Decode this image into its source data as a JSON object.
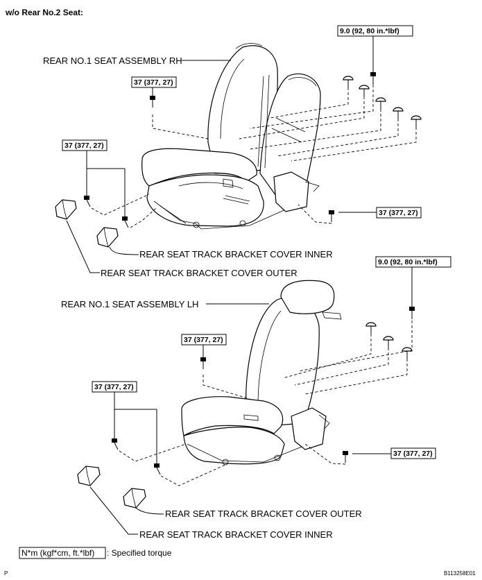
{
  "header": "w/o Rear No.2 Seat:",
  "rh": {
    "assembly_label": "REAR NO.1 SEAT ASSEMBLY RH",
    "torque_top": "9.0 (92, 80 in.*lbf)",
    "torque_upper_left": "37 (377, 27)",
    "torque_left": "37 (377, 27)",
    "torque_right": "37 (377, 27)",
    "cover_inner": "REAR SEAT TRACK BRACKET COVER INNER",
    "cover_outer": "REAR SEAT TRACK BRACKET COVER OUTER"
  },
  "lh": {
    "assembly_label": "REAR NO.1 SEAT ASSEMBLY LH",
    "torque_top": "9.0 (92, 80 in.*lbf)",
    "torque_upper_left": "37 (377, 27)",
    "torque_left": "37 (377, 27)",
    "torque_right": "37 (377, 27)",
    "cover_outer": "REAR SEAT TRACK BRACKET COVER OUTER",
    "cover_inner": "REAR SEAT TRACK BRACKET COVER INNER"
  },
  "legend": {
    "unit": "N*m (kgf*cm, ft.*lbf)",
    "text": ": Specified torque"
  },
  "footer": {
    "left": "P",
    "code": "B113258E01"
  }
}
